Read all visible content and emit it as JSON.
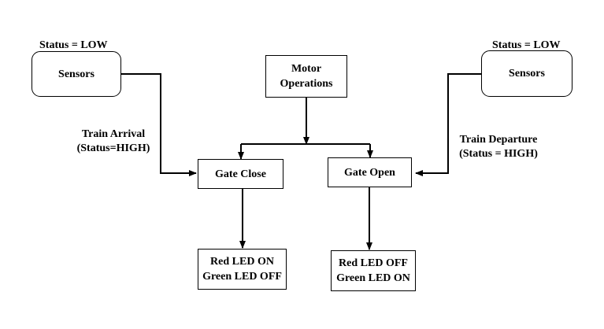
{
  "nodes": {
    "sensors_left": {
      "label": "Sensors"
    },
    "sensors_right": {
      "label": "Sensors"
    },
    "motor": {
      "label_line1": "Motor",
      "label_line2": "Operations"
    },
    "gate_close": {
      "label": "Gate Close"
    },
    "gate_open": {
      "label": "Gate Open"
    },
    "led_close": {
      "label_line1": "Red LED ON",
      "label_line2": "Green LED OFF"
    },
    "led_open": {
      "label_line1": "Red LED OFF",
      "label_line2": "Green LED ON"
    }
  },
  "labels": {
    "status_left": "Status = LOW",
    "status_right": "Status = LOW",
    "arrival_line1": "Train Arrival",
    "arrival_line2": "(Status=HIGH)",
    "departure_line1": "Train Departure",
    "departure_line2": "(Status = HIGH)"
  },
  "colors": {
    "stroke": "#000000",
    "background": "#ffffff"
  }
}
